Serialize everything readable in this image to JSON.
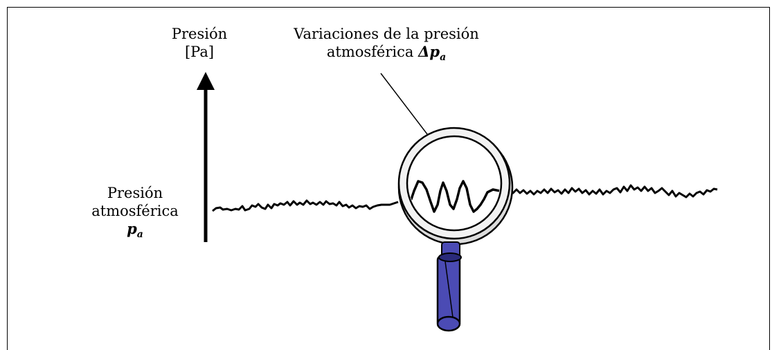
{
  "axis": {
    "label_line1": "Presión",
    "label_line2": "[Pa]"
  },
  "magnifier_annotation": {
    "line1": "Variaciones de la presión",
    "line2_text": "atmosférica",
    "symbol_delta": "Δ",
    "symbol_p": "p",
    "symbol_sub": "a"
  },
  "baseline": {
    "line1": "Presión",
    "line2": "atmosférica",
    "symbol_p": "p",
    "symbol_sub": "a"
  },
  "colors": {
    "ink": "#000000",
    "lens_rim": "#f2f2f2",
    "handle_fill": "#4b4bb4",
    "handle_dark": "#2a2a7a"
  },
  "icons": {
    "magnifier": "magnifying-glass-icon",
    "arrow": "arrow-up-icon"
  }
}
